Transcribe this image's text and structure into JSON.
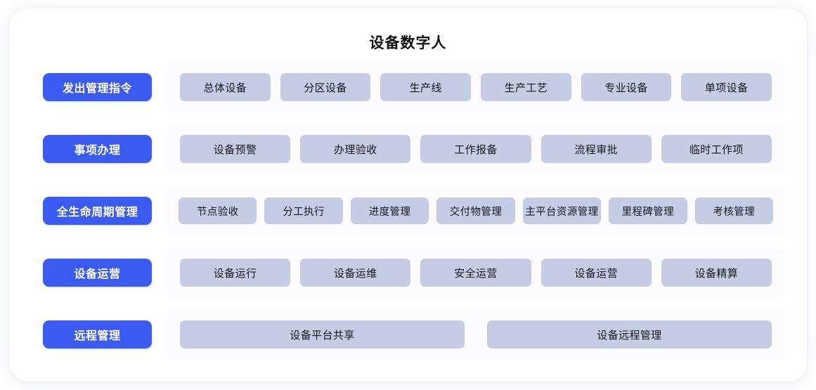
{
  "header": {
    "title": "设备数字人"
  },
  "colors": {
    "accent": "#3B5BF0",
    "chip": "#C5CDE5",
    "panel": "#FBFBFD",
    "card": "#FFFFFF",
    "text": "#16181D"
  },
  "rows": [
    {
      "label": "发出管理指令",
      "items": [
        "总体设备",
        "分区设备",
        "生产线",
        "生产工艺",
        "专业设备",
        "单项设备"
      ]
    },
    {
      "label": "事项办理",
      "items": [
        "设备预警",
        "办理验收",
        "工作报备",
        "流程审批",
        "临时工作项"
      ]
    },
    {
      "label": "全生命周期管理",
      "items": [
        "节点验收",
        "分工执行",
        "进度管理",
        "交付物管理",
        "主平台资源管理",
        "里程碑管理",
        "考核管理"
      ]
    },
    {
      "label": "设备运营",
      "items": [
        "设备运行",
        "设备运维",
        "安全运营",
        "设备运营",
        "设备精算"
      ]
    },
    {
      "label": "远程管理",
      "items": [
        "设备平台共享",
        "设备远程管理"
      ]
    }
  ]
}
